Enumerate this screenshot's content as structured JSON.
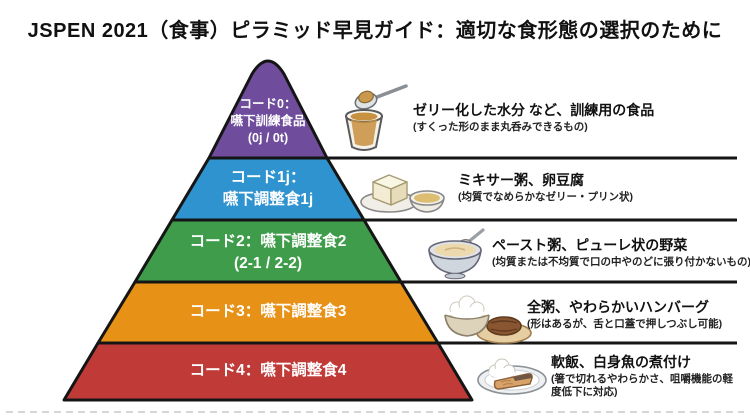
{
  "title": "JSPEN 2021（食事）ピラミッド早見ガイド：適切な食形態の選択のために",
  "colors": {
    "level0": "#6F4D9C",
    "level1": "#2E93CE",
    "level2": "#3F9C4A",
    "level3": "#E79217",
    "level4": "#C03A38",
    "outline": "#151515",
    "separator": "#151515",
    "dashed_baseline": "#c9c9c9"
  },
  "levels": [
    {
      "line1": "コード0：",
      "line2": "嚥下訓練食品",
      "line3": "(0j / 0t)",
      "icon": "jelly-cup-icon",
      "desc_main": "ゼリー化した水分 など、訓練用の食品",
      "desc_sub": "(すくった形のまま丸呑みできるもの)"
    },
    {
      "line1": "コード1j：",
      "line2": "嚥下調整食1j",
      "icon": "tofu-and-bowl-icon",
      "desc_main": "ミキサー粥、卵豆腐",
      "desc_sub": "(均質でなめらかなゼリー・プリン状)"
    },
    {
      "line1": "コード2：嚥下調整食2",
      "line2": "(2-1 / 2-2)",
      "icon": "paste-bowl-icon",
      "desc_main": "ペースト粥、ピューレ状の野菜",
      "desc_sub": "(均質または不均質で口の中やのどに張り付かないもの)"
    },
    {
      "line1": "コード3：嚥下調整食3",
      "icon": "rice-bowl-hamburger-icon",
      "desc_main": "全粥、やわらかいハンバーグ",
      "desc_sub": "(形はあるが、舌と口蓋で押しつぶし可能)"
    },
    {
      "line1": "コード4：嚥下調整食4",
      "icon": "fish-plate-icon",
      "desc_main": "軟飯、白身魚の煮付け",
      "desc_sub": "(箸で切れるやわらかさ、咀嚼機能の軽度低下に対応)"
    }
  ]
}
